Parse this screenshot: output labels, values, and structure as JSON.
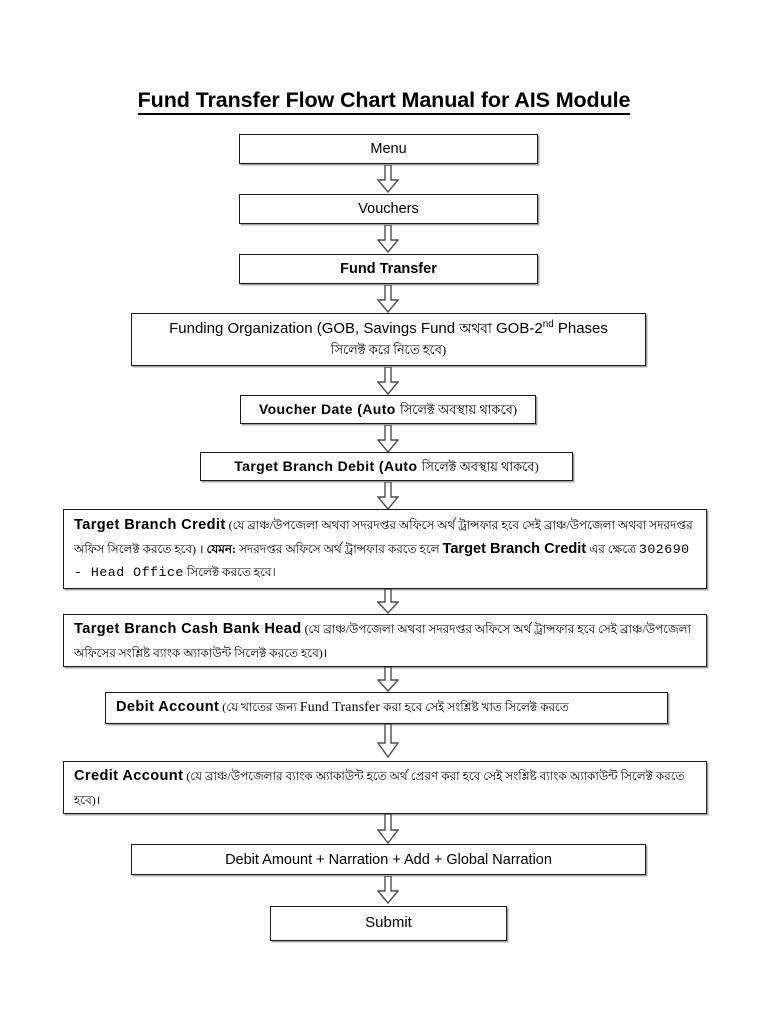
{
  "document": {
    "title": "Fund Transfer Flow Chart Manual for AIS Module",
    "type": "flowchart",
    "page_background": "#ffffff",
    "box_border_color": "#1a1a1a",
    "text_color": "#000000"
  },
  "flow": {
    "nodes": [
      {
        "id": "menu",
        "label": "Menu",
        "text_plain": "Menu"
      },
      {
        "id": "vouchers",
        "label": "Vouchers",
        "text_plain": "Vouchers"
      },
      {
        "id": "fund-transfer",
        "label": "Fund Transfer",
        "text_plain": "Fund Transfer"
      },
      {
        "id": "funding-organization",
        "label": "Funding Organization",
        "text_plain": "Funding Organization (GOB, Savings Fund অথবা GOB-2nd Phases সিলেক্ট করে নিতে হবে)",
        "line1_a": "Funding Organization (GOB, Savings Fund ",
        "line1_bn": "অথবা",
        "line1_b": " GOB-2",
        "line1_sup": "nd",
        "line1_c": " Phases",
        "line2_bn": "সিলেক্ট করে নিতে হবে)"
      },
      {
        "id": "voucher-date",
        "label": "Voucher Date",
        "text_plain": "Voucher Date (Auto সিলেক্ট অবস্থায় থাকবে)",
        "lat": "Voucher Date (Auto ",
        "bn": "সিলেক্ট অবস্থায় থাকবে)"
      },
      {
        "id": "target-branch-debit",
        "label": "Target Branch Debit",
        "text_plain": "Target Branch Debit (Auto সিলেক্ট অবস্থায় থাকবে)",
        "lat": "Target Branch Debit (Auto ",
        "bn": "সিলেক্ট অবস্থায় থাকবে)"
      },
      {
        "id": "target-branch-credit",
        "label": "Target Branch Credit",
        "text_plain": "Target Branch Credit (যে ব্রাঞ্চ/উপজেলা অথবা সদরদপ্তর অফিসে অর্থ ট্রান্সফার হবে সেই ব্রাঞ্চ/উপজেলা অথবা সদরদপ্তর অফিস সিলেক্ট করতে হবে) । যেমন: সদরদপ্তর অফিসে অর্থ ট্রান্সফার করতে হলে Target Branch Credit এর ক্ষেত্রে 302690 - Head Office সিলেক্ট করতে হবে।",
        "head": "Target Branch Credit",
        "bn1": " (যে ব্রাঞ্চ/উপজেলা অথবা সদরদপ্তর অফিসে অর্থ ট্রান্সফার হবে সেই ব্রাঞ্চ/উপজেলা অথবা সদরদপ্তর অফিস সিলেক্ট করতে হবে) । ",
        "bn_bold": "যেমন:",
        "bn2": " সদরদপ্তর অফিসে অর্থ ট্রান্সফার করতে হলে ",
        "lat2": "Target Branch Credit",
        "bn3": " এর ক্ষেত্রে ",
        "code": "302690 - Head Office",
        "bn4": " সিলেক্ট করতে হবে।"
      },
      {
        "id": "target-branch-cash-bank-head",
        "label": "Target Branch Cash Bank Head",
        "text_plain": "Target Branch Cash Bank Head (যে ব্রাঞ্চ/উপজেলা অথবা সদরদপ্তর অফিসে অর্থ ট্রান্সফার হবে সেই ব্রাঞ্চ/উপজেলা অফিসের সংশ্লিষ্ট ব্যাংক অ্যাকাউন্ট সিলেক্ট করতে হবে)।",
        "head": "Target Branch Cash Bank Head",
        "bn1": " (যে ব্রাঞ্চ/উপজেলা অথবা সদরদপ্তর অফিসে অর্থ ট্রান্সফার হবে সেই ব্রাঞ্চ/উপজেলা অফিসের সংশ্লিষ্ট ব্যাংক অ্যাকাউন্ট সিলেক্ট করতে হবে)।"
      },
      {
        "id": "debit-account",
        "label": "Debit Account",
        "text_plain": "Debit Account (যে খাতের জন্য Fund Transfer করা হবে সেই সংশ্লিষ্ট খাত সিলেক্ট করতে",
        "head": "Debit Account",
        "bn1": " (যে খাতের জন্য ",
        "lat2": "Fund Transfer",
        "bn2": " করা হবে সেই সংশ্লিষ্ট খাত সিলেক্ট করতে"
      },
      {
        "id": "credit-account",
        "label": "Credit Account",
        "text_plain": "Credit Account (যে ব্রাঞ্চ/উপজেলার ব্যাংক অ্যাকাউন্ট হতে অর্থ প্রেরণ করা হবে সেই সংশ্লিষ্ট ব্যাংক অ্যাকাউন্ট সিলেক্ট করতে হবে)।",
        "head": "Credit Account",
        "bn1": " (যে ব্রাঞ্চ/উপজেলার ব্যাংক অ্যাকাউন্ট হতে অর্থ প্রেরণ করা হবে সেই সংশ্লিষ্ট ব্যাংক অ্যাকাউন্ট সিলেক্ট করতে হবে)।"
      },
      {
        "id": "debit-amount",
        "label": "Debit Amount + Narration + Add + Global Narration",
        "text_plain": "Debit Amount + Narration + Add + Global Narration"
      },
      {
        "id": "submit",
        "label": "Submit",
        "text_plain": "Submit"
      }
    ],
    "connectors": [
      {
        "id": "arrow-menu-vouchers",
        "from": "menu",
        "to": "vouchers",
        "direction": "down",
        "style": "hollow-block-arrow"
      },
      {
        "id": "arrow-vouchers-fund-transfer",
        "from": "vouchers",
        "to": "fund-transfer",
        "direction": "down",
        "style": "hollow-block-arrow"
      },
      {
        "id": "arrow-fund-transfer-funding-organization",
        "from": "fund-transfer",
        "to": "funding-organization",
        "direction": "down",
        "style": "hollow-block-arrow"
      },
      {
        "id": "arrow-funding-organization-voucher-date",
        "from": "funding-organization",
        "to": "voucher-date",
        "direction": "down",
        "style": "hollow-block-arrow"
      },
      {
        "id": "arrow-voucher-date-target-branch-debit",
        "from": "voucher-date",
        "to": "target-branch-debit",
        "direction": "down",
        "style": "hollow-block-arrow"
      },
      {
        "id": "arrow-target-branch-debit-target-branch-credit",
        "from": "target-branch-debit",
        "to": "target-branch-credit",
        "direction": "down",
        "style": "hollow-block-arrow"
      },
      {
        "id": "arrow-target-branch-credit-cash-bank-head",
        "from": "target-branch-credit",
        "to": "target-branch-cash-bank-head",
        "direction": "down",
        "style": "hollow-block-arrow"
      },
      {
        "id": "arrow-cash-bank-head-debit-account",
        "from": "target-branch-cash-bank-head",
        "to": "debit-account",
        "direction": "down",
        "style": "hollow-block-arrow"
      },
      {
        "id": "arrow-debit-account-credit-account",
        "from": "debit-account",
        "to": "credit-account",
        "direction": "down",
        "style": "hollow-block-arrow"
      },
      {
        "id": "arrow-credit-account-debit-amount",
        "from": "credit-account",
        "to": "debit-amount",
        "direction": "down",
        "style": "hollow-block-arrow"
      },
      {
        "id": "arrow-debit-amount-submit",
        "from": "debit-amount",
        "to": "submit",
        "direction": "down",
        "style": "hollow-block-arrow"
      }
    ]
  }
}
